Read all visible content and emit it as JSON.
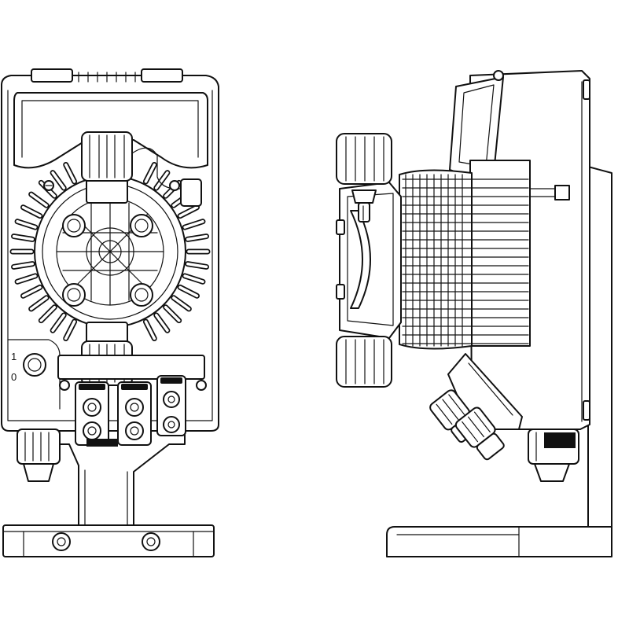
{
  "figure": {
    "views": [
      "front",
      "side"
    ],
    "power_switch": {
      "on_label": "1",
      "off_label": "0"
    }
  },
  "colors": {
    "line": "#111111",
    "background": "#ffffff"
  },
  "icons": [
    "pump-head-icon",
    "cooling-fins-icon",
    "cable-gland-icon",
    "mounting-bracket-icon"
  ]
}
